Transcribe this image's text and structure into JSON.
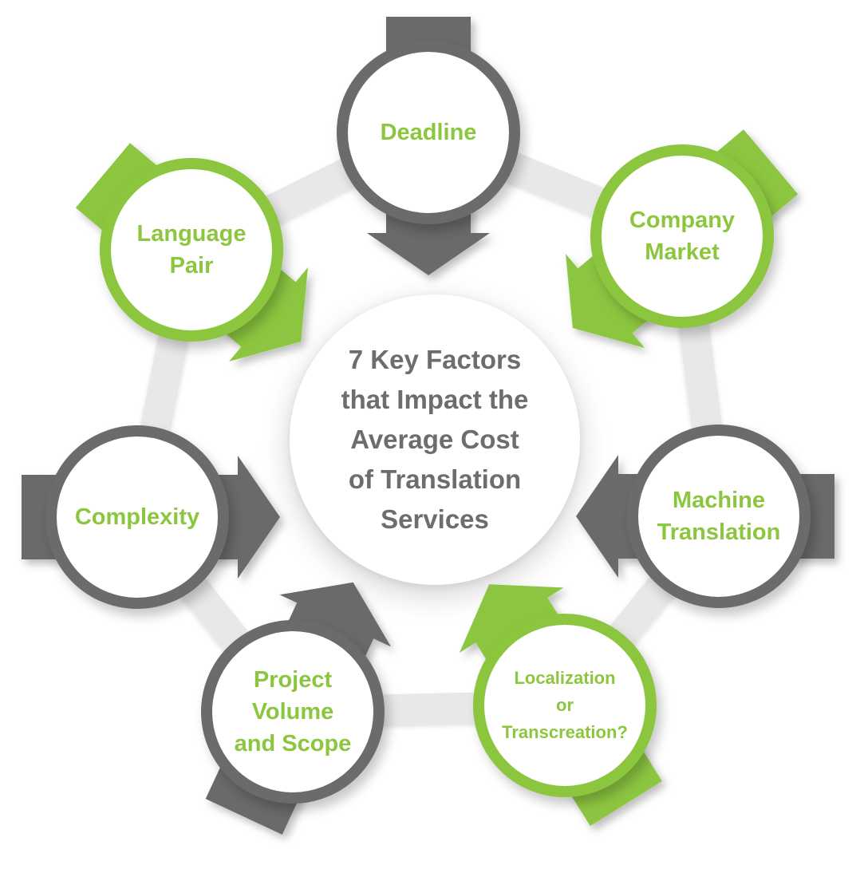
{
  "diagram": {
    "title_lines": [
      "7 Key Factors",
      "that Impact the",
      "Average Cost",
      "of Translation",
      "Services"
    ]
  },
  "colors": {
    "green": "#8CC63F",
    "gray": "#6B6B6A",
    "connector": "#E8E8E8",
    "title": "#6C6D6F",
    "background": "#FFFFFF"
  },
  "factors": [
    {
      "name": "deadline",
      "lines": [
        "Deadline"
      ],
      "style": "gray"
    },
    {
      "name": "company-market",
      "lines": [
        "Company",
        "Market"
      ],
      "style": "green"
    },
    {
      "name": "machine-translation",
      "lines": [
        "Machine",
        "Translation"
      ],
      "style": "gray"
    },
    {
      "name": "localization-or-transcreation",
      "lines": [
        "Localization",
        "or",
        "Transcreation?"
      ],
      "style": "green"
    },
    {
      "name": "project-volume-and-scope",
      "lines": [
        "Project",
        "Volume",
        "and Scope"
      ],
      "style": "gray"
    },
    {
      "name": "complexity",
      "lines": [
        "Complexity"
      ],
      "style": "gray"
    },
    {
      "name": "language-pair",
      "lines": [
        "Language",
        "Pair"
      ],
      "style": "green"
    }
  ]
}
